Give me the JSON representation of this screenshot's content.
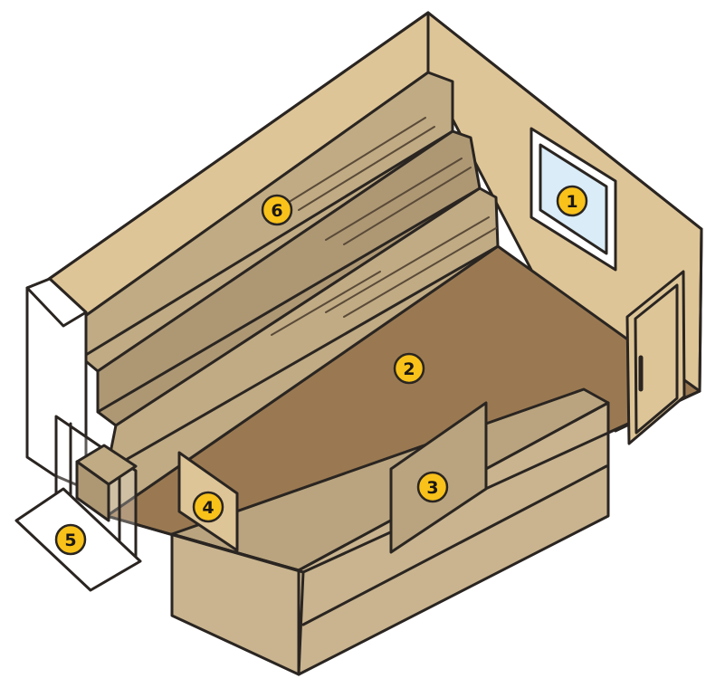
{
  "markers": [
    {
      "label": "1"
    },
    {
      "label": "2"
    },
    {
      "label": "3"
    },
    {
      "label": "4"
    },
    {
      "label": "5"
    },
    {
      "label": "6"
    }
  ]
}
